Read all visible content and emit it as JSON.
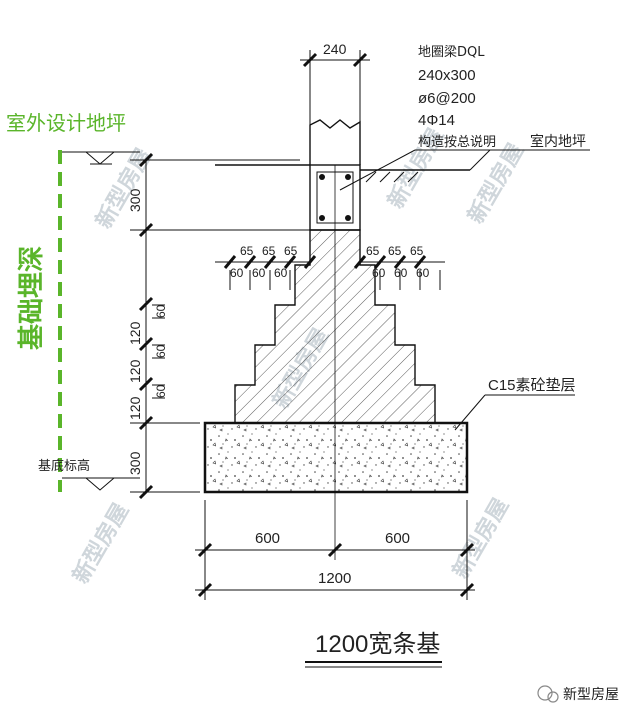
{
  "left_labels": {
    "outdoor_ground": "室外设计地坪",
    "foundation_depth": "基础埋深",
    "base_elevation": "基底标高"
  },
  "beam_note": {
    "width_dim": "240",
    "lines": [
      "地圈梁DQL",
      "240x300",
      "ø6@200",
      "4Φ14",
      "构造按总说明"
    ]
  },
  "indoor_ground": "室内地坪",
  "left_dims": {
    "beam_height": "300",
    "step_height": "120",
    "step_width": "60",
    "pad_height": "300"
  },
  "top_dims": {
    "step_widths": [
      "65",
      "65",
      "65"
    ],
    "step_offsets": [
      "60",
      "60",
      "60"
    ]
  },
  "pad_label": "C15素砼垫层",
  "bottom_dims": {
    "left_half": "600",
    "right_half": "600",
    "total": "1200"
  },
  "title": "1200宽条基",
  "watermark": "新型房屋",
  "footer_logo": "新型房屋",
  "colors": {
    "green": "#5ab52a",
    "line": "#111111",
    "watermark": "#cfd6db"
  }
}
